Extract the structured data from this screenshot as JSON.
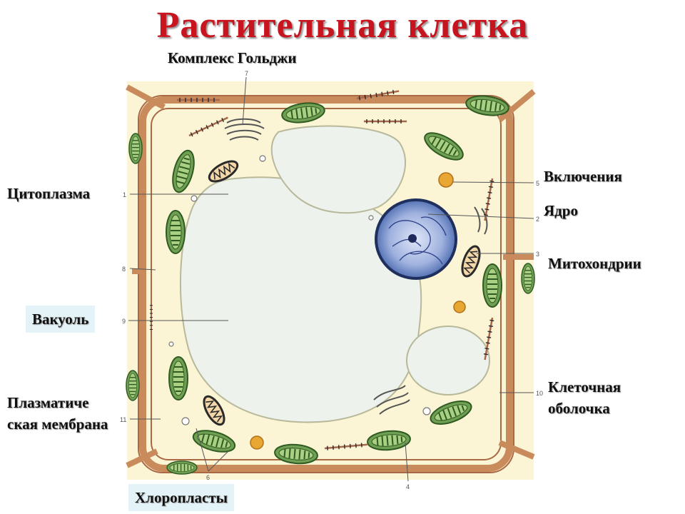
{
  "title": "Растительная клетка",
  "labels": {
    "golgi": "Комплекс Гольджи",
    "cytoplasm": "Цитоплазма",
    "vacuole": "Вакуоль",
    "plasma_membrane": "Плазматиче ская мембрана",
    "chloroplasts": "Хлоропласты",
    "inclusions": "Включения",
    "nucleus": "Ядро",
    "mitochondria": "Митохондрии",
    "cell_wall": "Клеточная оболочка"
  },
  "numbers": {
    "n1": "1",
    "n2": "2",
    "n3": "3",
    "n4": "4",
    "n5": "5",
    "n6": "6",
    "n7": "7",
    "n8": "8",
    "n9": "9",
    "n10": "10",
    "n11": "11"
  },
  "colors": {
    "title": "#c8141e",
    "cell_wall": "#c98a5c",
    "cytoplasm": "#fbf5d6",
    "vacuole": "#eef2ec",
    "chloroplast": "#5f8f45",
    "nucleus": "#3d5fa8",
    "inclusion": "#e8a632",
    "label_box": "#e3f3f8"
  }
}
